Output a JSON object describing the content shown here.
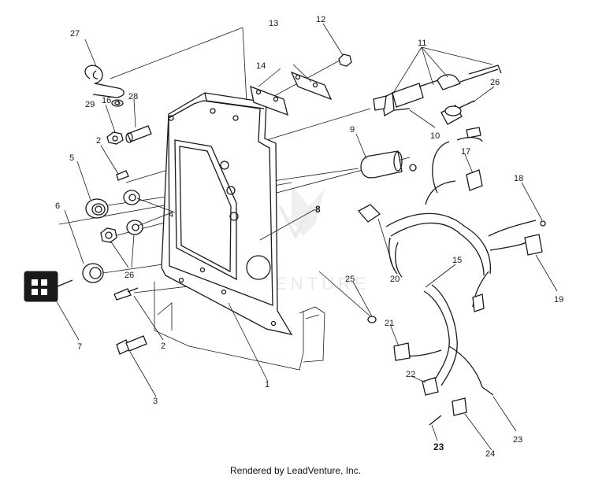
{
  "callouts": [
    "1",
    "2",
    "2",
    "3",
    "4",
    "5",
    "6",
    "7",
    "8",
    "9",
    "10",
    "11",
    "12",
    "13",
    "14",
    "15",
    "16",
    "17",
    "18",
    "19",
    "20",
    "21",
    "22",
    "23",
    "23",
    "24",
    "25",
    "26",
    "26",
    "27",
    "28",
    "29"
  ],
  "watermark": {
    "text": "LEADVENTURE"
  },
  "footer": {
    "credit": "Rendered by LeadVenture, Inc."
  }
}
